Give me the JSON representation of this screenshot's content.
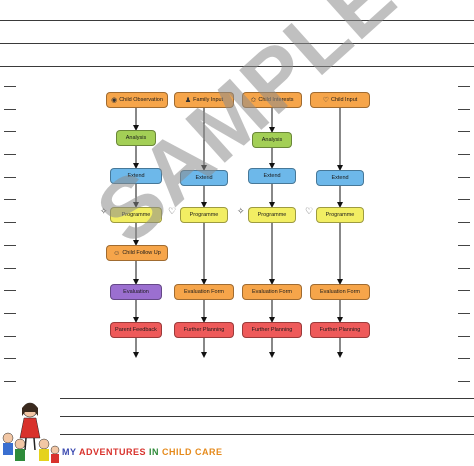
{
  "watermark": "SAMPLE",
  "logo_text": [
    "MY ",
    "ADVENTURES",
    " IN ",
    "CHILD CARE"
  ],
  "logo_colors": [
    "#3a49b0",
    "#d8322c",
    "#2e8b3a",
    "#e58a1c"
  ],
  "columns": [
    {
      "header": {
        "label": "Child Observation",
        "icon": "eye-icon",
        "color": "#f6a54a"
      },
      "steps": [
        {
          "label": "Analysis",
          "color": "#a3cf56"
        },
        {
          "label": "Extend",
          "color": "#6db8ea"
        },
        {
          "label": "Programme",
          "color": "#f2ee63"
        },
        {
          "label": "Child Follow Up",
          "color": "#f6a54a"
        },
        {
          "label": "Evaluation",
          "color": "#9b6fd0"
        },
        {
          "label": "Parent Feedback",
          "color": "#ee5a5a"
        }
      ]
    },
    {
      "header": {
        "label": "Family Input",
        "icon": "family-icon",
        "color": "#f6a54a"
      },
      "steps": [
        {
          "label": "Extend",
          "color": "#6db8ea"
        },
        {
          "label": "Programme",
          "color": "#f2ee63"
        },
        {
          "label": "Evaluation Form",
          "color": "#f6a54a"
        },
        {
          "label": "Further Planning",
          "color": "#ee5a5a"
        }
      ]
    },
    {
      "header": {
        "label": "Child Interests",
        "icon": "star-icon",
        "color": "#f6a54a"
      },
      "steps": [
        {
          "label": "Analysis",
          "color": "#a3cf56"
        },
        {
          "label": "Extend",
          "color": "#6db8ea"
        },
        {
          "label": "Programme",
          "color": "#f2ee63"
        },
        {
          "label": "Evaluation Form",
          "color": "#f6a54a"
        },
        {
          "label": "Further Planning",
          "color": "#ee5a5a"
        }
      ]
    },
    {
      "header": {
        "label": "Child Input",
        "icon": "heart-icon",
        "color": "#f6a54a"
      },
      "steps": [
        {
          "label": "Extend",
          "color": "#6db8ea"
        },
        {
          "label": "Programme",
          "color": "#f2ee63"
        },
        {
          "label": "Evaluation Form",
          "color": "#f6a54a"
        },
        {
          "label": "Further Planning",
          "color": "#ee5a5a"
        }
      ]
    }
  ]
}
